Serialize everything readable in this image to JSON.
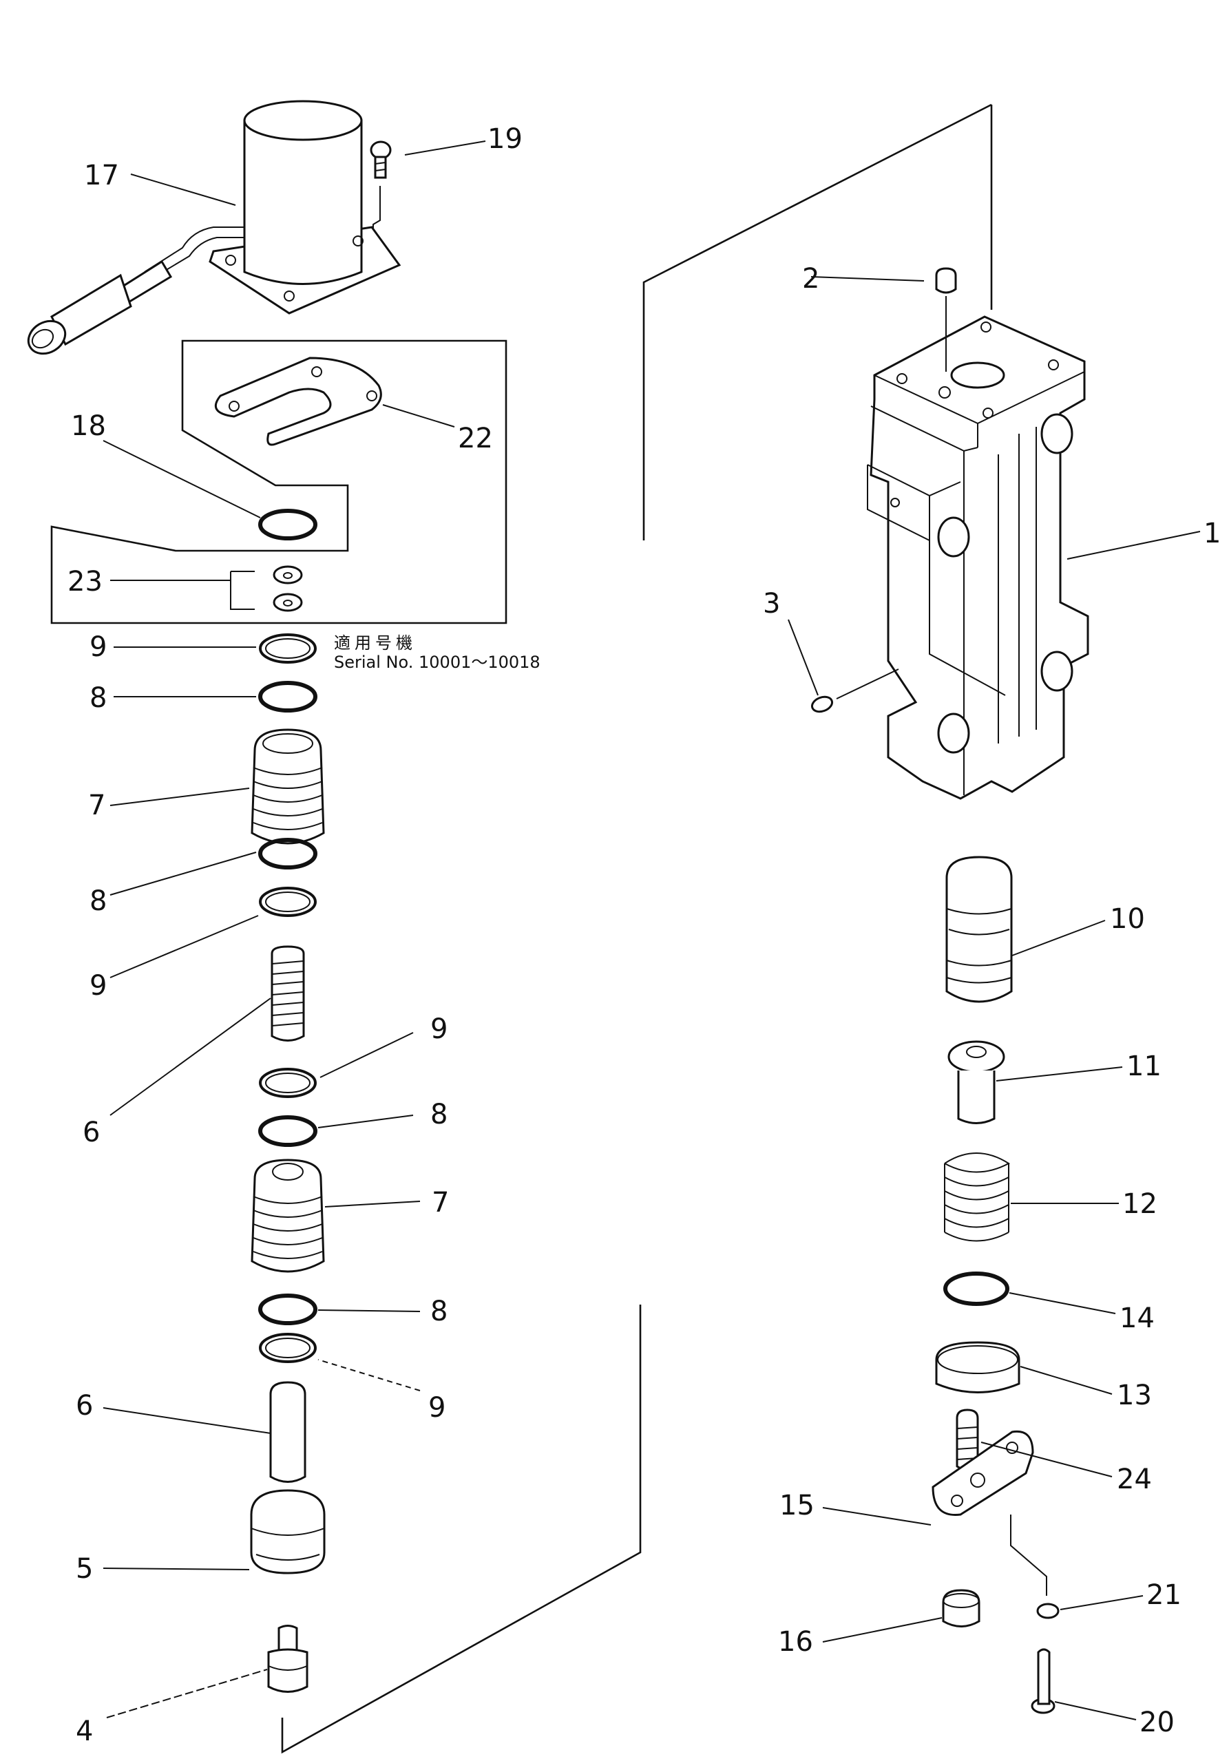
{
  "labels": {
    "p1": "1",
    "p2": "2",
    "p3": "3",
    "p4": "4",
    "p5": "5",
    "p6a": "6",
    "p6b": "6",
    "p7a": "7",
    "p7b": "7",
    "p8a": "8",
    "p8b": "8",
    "p8c": "8",
    "p8d": "8",
    "p9a": "9",
    "p9b": "9",
    "p9c": "9",
    "p9d": "9",
    "p10": "10",
    "p11": "11",
    "p12": "12",
    "p13": "13",
    "p14": "14",
    "p15": "15",
    "p16": "16",
    "p17": "17",
    "p18": "18",
    "p19": "19",
    "p20": "20",
    "p21": "21",
    "p22": "22",
    "p23": "23",
    "p24": "24"
  },
  "note": {
    "jp": "適用号機",
    "serial": "Serial  No.  10001～10018"
  }
}
